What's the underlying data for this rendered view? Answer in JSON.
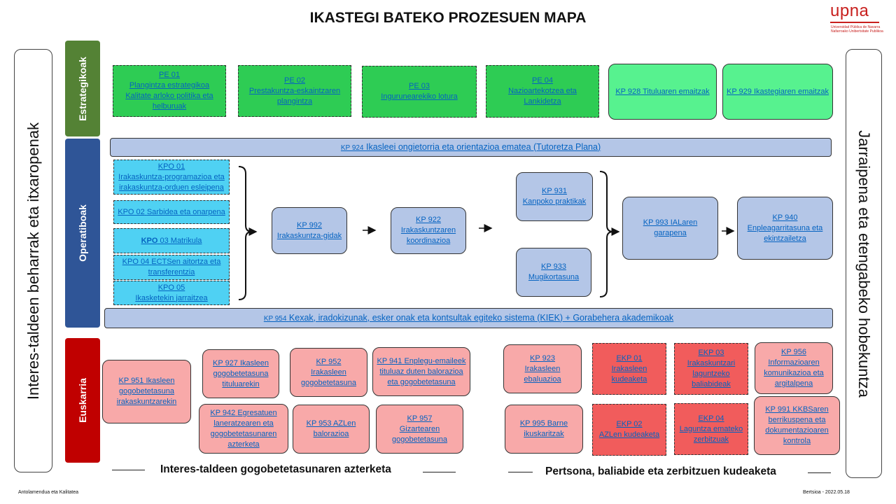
{
  "title": "IKASTEGI BATEKO PROZESUEN MAPA",
  "logo": {
    "name": "upna",
    "sub1": "Universidad Pública de Navarra",
    "sub2": "Nafarroako Unibertsitate Publikoa"
  },
  "side_left": "Interes-taldeen beharrak eta itxaropenak",
  "side_right": "Jarraipena eta etengabeko hobekuntza",
  "categories": {
    "strategic": "Estrategikoak",
    "operational": "Operatiboak",
    "support": "Euskarria"
  },
  "strategic": [
    {
      "code": "PE 01",
      "text": "Plangintza estrategikoa Kalitate arloko politika eta helburuak"
    },
    {
      "code": "PE 02",
      "text": "Prestakuntza-eskaintzaren plangintza"
    },
    {
      "code": "PE 03",
      "text": "Ingurunearekiko lotura"
    },
    {
      "code": "PE 04",
      "text": "Nazioartekotzea eta Lankidetza"
    },
    {
      "code": "KP 928",
      "text": "Tituluaren emaitzak"
    },
    {
      "code": "KP 929",
      "text": "Ikastegiaren emaitzak"
    }
  ],
  "bar_top": {
    "code": "KP 924",
    "text": "Ikasleei ongietorria eta orientazioa ematea (Tutoretza Plana)"
  },
  "bar_bottom": {
    "code": "KP 954",
    "text": "Kexak, iradokizunak, esker onak eta kontsultak egiteko sistema (KIEK) + Gorabehera akademikoak"
  },
  "kpo": [
    {
      "code": "KPO 01",
      "text": "Irakaskuntza-programazioa eta irakaskuntza-orduen esleipena"
    },
    {
      "code": "KPO 02",
      "text": "Sarbidea eta onarpena"
    },
    {
      "code": "KPO",
      "text": "03 Matrikula"
    },
    {
      "code": "KPO 04",
      "text": "ECTSen aitortza eta transferentzia"
    },
    {
      "code": "KPO 05",
      "text": "Ikasketekin jarraitzea"
    }
  ],
  "operational": [
    {
      "code": "KP 992",
      "text": "Irakaskuntza-gidak"
    },
    {
      "code": "KP 922",
      "text": "Irakaskuntzaren koordinazioa"
    },
    {
      "code": "KP 931",
      "text": "Kanpoko praktikak"
    },
    {
      "code": "KP 933",
      "text": "Mugikortasuna"
    },
    {
      "code": "KP 993",
      "text": "IALaren garapena"
    },
    {
      "code": "KP 940",
      "text": "Enpleagarritasuna eta ekintzailetza"
    }
  ],
  "support_left": [
    {
      "code": "KP 951",
      "text": "Ikasleen gogobetetasuna irakaskuntzarekin"
    },
    {
      "code": "KP 927",
      "text": "Ikasleen gogobetetasuna tituluarekin"
    },
    {
      "code": "KP 952",
      "text": "Irakasleen gogobetetasuna"
    },
    {
      "code": "KP 941",
      "text": "Enplegu-emaileek tituluaz duten balorazioa eta gogobetetasuna"
    },
    {
      "code": "KP 942",
      "text": "Egresatuen laneratzearen eta gogobetetasunaren azterketa"
    },
    {
      "code": "KP 953",
      "text": "AZLen balorazioa"
    },
    {
      "code": "KP 957",
      "text": "Gizartearen gogobetetasuna"
    }
  ],
  "support_right": [
    {
      "code": "KP 923",
      "text": "Irakasleen ebaluazioa"
    },
    {
      "code": "EKP 01",
      "text": "Irakasleen kudeaketa"
    },
    {
      "code": "EKP 03",
      "text": "Irakaskuntzari laguntzeko baliabideak"
    },
    {
      "code": "KP 956",
      "text": "Informazioaren komunikazioa eta argitalpena"
    },
    {
      "code": "KP 995",
      "text": "Barne ikuskaritzak"
    },
    {
      "code": "EKP 02",
      "text": "AZLen kudeaketa"
    },
    {
      "code": "EKP 04",
      "text": "Laguntza emateko zerbitzuak"
    },
    {
      "code": "KP 991",
      "text": "KKBSaren berrikuspena eta dokumentazioaren kontrola"
    }
  ],
  "bottom_left_title": "Interes-taldeen gogobetetasunaren azterketa",
  "bottom_right_title": "Pertsona, baliabide eta zerbitzuen kudeaketa",
  "footer_left": "Antolamendua eta Kalitatea",
  "footer_right": "Bertsioa - 2022.05.18",
  "colors": {
    "strategic_cat": "#548235",
    "operational_cat": "#2f5597",
    "support_cat": "#c00000",
    "pe_fill": "#2ecc54",
    "kpo_fill": "#4fd1f3",
    "pink_fill": "#f8a9a9",
    "red_fill": "#f15c5c"
  }
}
